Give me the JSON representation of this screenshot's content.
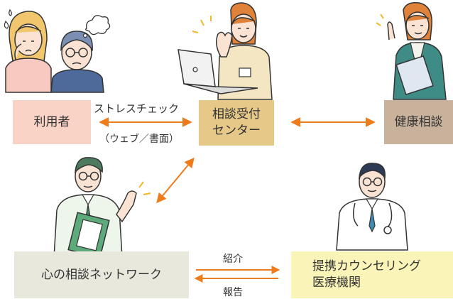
{
  "nodes": {
    "user": "利用者",
    "center_line1": "相談受付",
    "center_line2": "センター",
    "health": "健康相談",
    "network": "心の相談ネットワーク",
    "partner_line1": "提携カウンセリング",
    "partner_line2": "医療機関"
  },
  "edges": {
    "stress_check": "ストレスチェック",
    "method": "（ウェブ／書面）",
    "referral": "紹介",
    "report": "報告"
  },
  "colors": {
    "user_box": "#f9d3c6",
    "center_box": "#e6c989",
    "health_box": "#c9b29b",
    "network_box": "#e8e8dc",
    "partner_box": "#faf4b8",
    "arrow": "#ee7b1c"
  },
  "illustrations": [
    "worried-couple",
    "receptionist-with-laptop",
    "health-advisor",
    "counselor-with-clipboard",
    "doctor"
  ]
}
